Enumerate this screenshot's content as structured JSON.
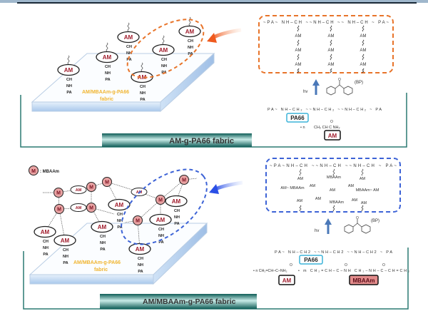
{
  "panels": [
    {
      "id": "top",
      "banner_label": "AM-g-PA66 fabric",
      "fabric_label_line1": "AM/MBAAm-g-PA66",
      "fabric_label_line2": "fabric",
      "chain_unit_label": "AM",
      "chain_link_labels": [
        "CH",
        "NH",
        "PA"
      ],
      "highlight_color": "#e8742a",
      "reaction": {
        "product_backbone": "~PA~ NH–CH ~~NH–CH ~~ NH–CH ~ PA~",
        "product_branch_label": "AM",
        "light_label": "hv",
        "initiator_label": "(BP)",
        "substrate_backbone": "PA~ NH–CH₂ ~~NH–CH₂ ~~NH–CH₂ ~ PA",
        "substrate_tag": "PA66",
        "monomer_formula_prefix": "• n",
        "monomer_formula": "CH₂ CH C NH₂",
        "monomer_carbonyl": "O",
        "monomer_tag": "AM"
      }
    },
    {
      "id": "bottom",
      "banner_label": "AM/MBAAm-g-PA66 fabric",
      "legend_symbol": "M",
      "legend_text": ": MBAAm",
      "fabric_label_line1": "AM/MBAAm-g-PA66",
      "fabric_label_line2": "fabric",
      "chain_unit_label": "AM",
      "crosslinker_label": "M",
      "chain_link_labels": [
        "CH",
        "NH",
        "PA"
      ],
      "highlight_color": "#3d63d6",
      "reaction": {
        "product_backbone": "~PA~NH–CH ~~NH–CH ~~NH–CH ~ PA~",
        "product_labels": [
          "AM",
          "MBAAm",
          "AM",
          "AM~ MBAAm",
          "AM",
          "AM",
          "AM",
          "MBAAm~ AM",
          "AM",
          "AM",
          "MBAAm",
          "AM",
          "AM"
        ],
        "light_label": "hv",
        "initiator_label": "(BP)",
        "substrate_backbone": "PA~ NH–CH2 ~~NH–CH2 ~~NH–CH2 ~ PA",
        "substrate_tag": "PA66",
        "monomer_formula_am": "• n CH₂=CH–C–NH₂",
        "monomer_formula_mbaam": "• m CH₂=CH–C–NH CH₂–NH–C–CH=CH₂",
        "monomer_carbonyl": "O",
        "monomer_tag_am": "AM",
        "monomer_tag_mbaam": "MBAAm"
      }
    }
  ],
  "colors": {
    "banner_teal": "#1f7f78",
    "frame_teal": "#2a7a72",
    "am_text": "#a01c2c",
    "fabric_label": "#f0b531",
    "m_fill": "#e9a3a3",
    "mbaam_tag_fill": "#e38c8c",
    "pa66_border": "#3bb3d9"
  }
}
